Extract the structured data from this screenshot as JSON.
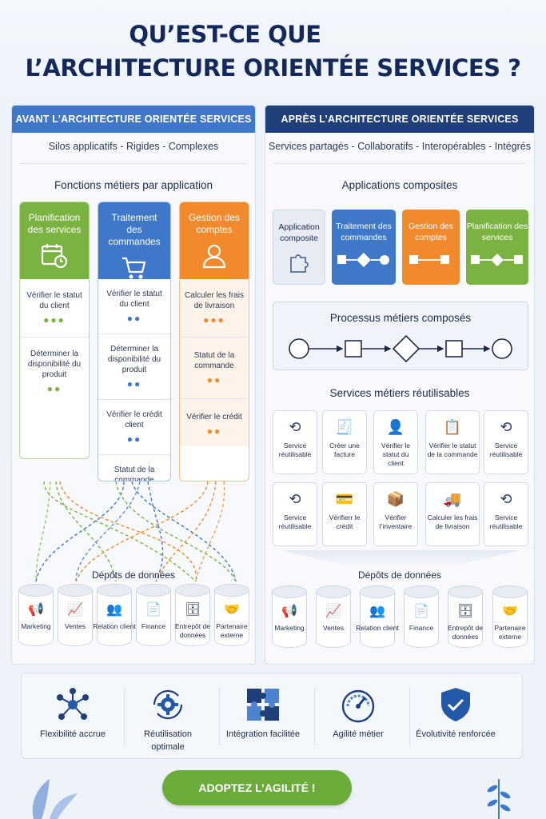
{
  "title": {
    "line1": "QU’EST-CE QUE",
    "line2": "L’ARCHITECTURE ORIENTÉE SERVICES ?"
  },
  "colors": {
    "navy": "#1f3f7a",
    "blue": "#3f78c8",
    "green": "#7bb342",
    "orange": "#f08a2c",
    "cta": "#6aab3a"
  },
  "before": {
    "header": "AVANT L’ARCHITECTURE ORIENTÉE SERVICES",
    "subtitle": "Silos applicatifs - Rigides - Complexes",
    "section_title": "Fonctions métiers par application",
    "columns": [
      {
        "title": "Planification des services",
        "icon": "calendar-icon",
        "items": [
          {
            "text": "Vérifier le statut du client",
            "dots": "●●●"
          },
          {
            "text": "Déterminer la disponibilité du produit",
            "dots": "●●"
          }
        ]
      },
      {
        "title": "Traitement des commandes",
        "icon": "cart-icon",
        "items": [
          {
            "text": "Vérifier le statut du client",
            "dots": "●●"
          },
          {
            "text": "Déterminer la disponibilité du produit",
            "dots": "●●"
          },
          {
            "text": "Vérifier le crédit client",
            "dots": "●●"
          },
          {
            "text": "Statut de la commande",
            "dots": "●"
          }
        ]
      },
      {
        "title": "Gestion des comptes",
        "icon": "user-icon",
        "items": [
          {
            "text": "Calculer les frais de livraison",
            "dots": "●●●"
          },
          {
            "text": "Statut de la commande",
            "dots": "●●"
          },
          {
            "text": "Vérifier le crédit",
            "dots": "●●"
          }
        ]
      }
    ],
    "datastores_title": "Dépôts de données"
  },
  "after": {
    "header": "APRÈS L’ARCHITECTURE ORIENTÉE SERVICES",
    "subtitle": "Services partagés - Collaboratifs - Interopérables - Intégrés",
    "apps_title": "Applications composites",
    "apps": [
      {
        "label": "Application composite"
      },
      {
        "label": "Traitement des commandes"
      },
      {
        "label": "Gestion des comptes"
      },
      {
        "label": "Planification des services"
      }
    ],
    "process_title": "Processus métiers composés",
    "services_title": "Services métiers réutilisables",
    "services": [
      {
        "label": "Service réutilisable",
        "icon": "refresh-icon"
      },
      {
        "label": "Créer une facture",
        "icon": "document-icon"
      },
      {
        "label": "Vérifier le statut du client",
        "icon": "user-check-icon"
      },
      {
        "label": "Vérifier le statut de la commande",
        "icon": "clipboard-icon"
      },
      {
        "label": "Service réutilisable",
        "icon": "refresh-icon"
      },
      {
        "label": "Service réutilisable",
        "icon": "refresh-icon"
      },
      {
        "label": "Vérifierr le crédit",
        "icon": "card-icon"
      },
      {
        "label": "Vérifier l’inventaire",
        "icon": "box-icon"
      },
      {
        "label": "Calculer les frais de livraison",
        "icon": "truck-icon"
      },
      {
        "label": "Service réutilisable",
        "icon": "refresh-icon"
      }
    ],
    "datastores_title": "Dépôts de données"
  },
  "datastores": [
    {
      "label": "Marketing",
      "icon": "megaphone-icon"
    },
    {
      "label": "Ventes",
      "icon": "chart-icon"
    },
    {
      "label": "Relation client",
      "icon": "people-icon"
    },
    {
      "label": "Finance",
      "icon": "document-icon"
    },
    {
      "label": "Entrepôt de données",
      "icon": "database-icon"
    },
    {
      "label": "Partenaire externe",
      "icon": "handshake-icon"
    }
  ],
  "benefits": [
    {
      "label": "Flexibilité accrue",
      "icon": "network-icon"
    },
    {
      "label": "Réutilisation optimale",
      "icon": "gear-icon"
    },
    {
      "label": "Intégration facilitée",
      "icon": "puzzle-icon"
    },
    {
      "label": "Agilité métier",
      "icon": "gauge-icon"
    },
    {
      "label": "Évolutivité renforcée",
      "icon": "shield-icon"
    }
  ],
  "cta": "ADOPTEZ L’AGILITÉ !"
}
